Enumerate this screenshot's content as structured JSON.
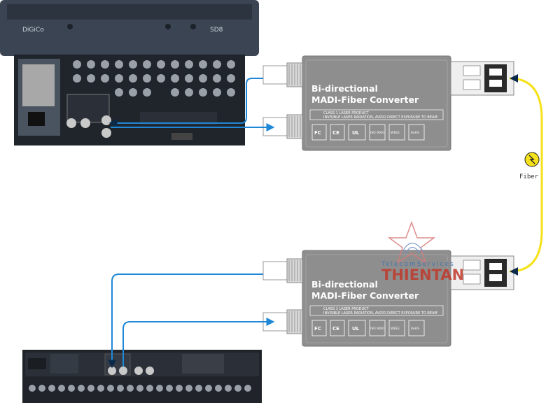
{
  "converter_top": {
    "title_line1": "Bi-directional",
    "title_line2": "MADI-Fiber Converter",
    "warning_line1": "CLASS 1 LASER PRODUCT",
    "warning_line2": "INVISIBLE LASER RADIATION, AVOID DIRECT EXPOSURE TO BEAM"
  },
  "converter_bottom": {
    "title_line1": "Bi-directional",
    "title_line2": "MADI-Fiber Converter",
    "warning_line1": "CLASS 1 LASER PRODUCT",
    "warning_line2": "INVISIBLE LASER RADIATION, AVOID DIRECT EXPOSURE TO BEAM"
  },
  "cert_marks": [
    "FC",
    "CE",
    "UL",
    "ISO 9001",
    "WEEE",
    "RoHS"
  ],
  "fiber_link": {
    "label": "Fiber"
  },
  "watermark": {
    "small": "TelecomServices",
    "big": "THIENTAN"
  },
  "console": {
    "brand_left": "DiGiCo",
    "brand_right": "SD8"
  },
  "colors": {
    "madi_cable": "#1e88d6",
    "fiber_cable": "#f5e21a",
    "converter_body": "#8e8e8e"
  }
}
